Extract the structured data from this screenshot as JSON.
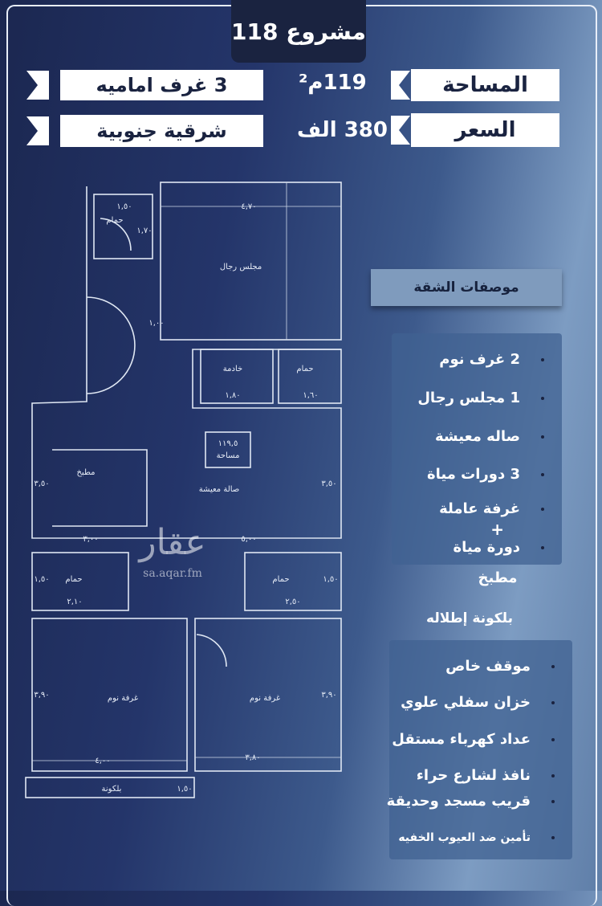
{
  "header": {
    "title": "مشروع 118"
  },
  "info": {
    "area_label": "المساحة",
    "area_value": "119م²",
    "price_label": "السعر",
    "price_value": "380 الف",
    "tag_rooms": "3 غرف اماميه",
    "tag_direction": "شرقية جنوبية"
  },
  "plan": {
    "rooms": {
      "majlis": "مجلس رجال",
      "bath_top": "حمام",
      "maid": "خادمة",
      "bath_maid": "حمام",
      "kitchen": "مطبخ",
      "living": "صالة معيشة",
      "bath_left": "حمام",
      "bath_right": "حمام",
      "bedroom_left": "غرفة نوم",
      "bedroom_right": "غرفة نوم",
      "balcony": "بلكونة"
    },
    "area_box": {
      "value": "١١٩,٥",
      "label": "مساحة"
    },
    "dims": {
      "bath_top_w": "١,٥٠",
      "bath_top_h": "١,٧٠",
      "majlis_w": "٤,٧٠",
      "corridor": "١,٠٠",
      "maid_w": "١,٨٠",
      "bath_maid_w": "١,٦٠",
      "kitchen_h": "٣,٥٠",
      "living_h": "٣,٥٠",
      "kitchen_w": "٣,٠٠",
      "living_w": "٥,٠٠",
      "bath_left_w": "٢,١٠",
      "bath_left_h": "١,٥٠",
      "bath_right_w": "٢,٥٠",
      "bath_right_h": "١,٥٠",
      "bed_left_w": "٤,٠٠",
      "bed_left_h": "٣,٩٠",
      "bed_right_w": "٣,٨٠",
      "bed_right_h": "٣,٩٠",
      "balcony_h": "١,٥٠"
    }
  },
  "watermark": {
    "logo": "عقار",
    "url": "sa.aqar.fm"
  },
  "specs": {
    "title": "موصفات الشقة",
    "items": [
      "2 غرف نوم",
      "1 مجلس رجال",
      "صاله معيشة",
      "3 دورات مياة",
      "غرفة عاملة",
      "+",
      "دورة مياة"
    ],
    "extras": [
      "مطبخ",
      "بلكونة إطلاله"
    ]
  },
  "amenities": [
    "موقف خاص",
    "خزان سفلي علوي",
    "عداد كهرباء مستقل",
    "نافذ لشارع حراء",
    "قريب مسجد وحديقة",
    "تأمين ضد العيوب الخفيه"
  ],
  "colors": {
    "background_dark": "#1b2750",
    "background_light": "#7d9cc2",
    "title_box": "#1a2340",
    "list_box": "#406292"
  }
}
